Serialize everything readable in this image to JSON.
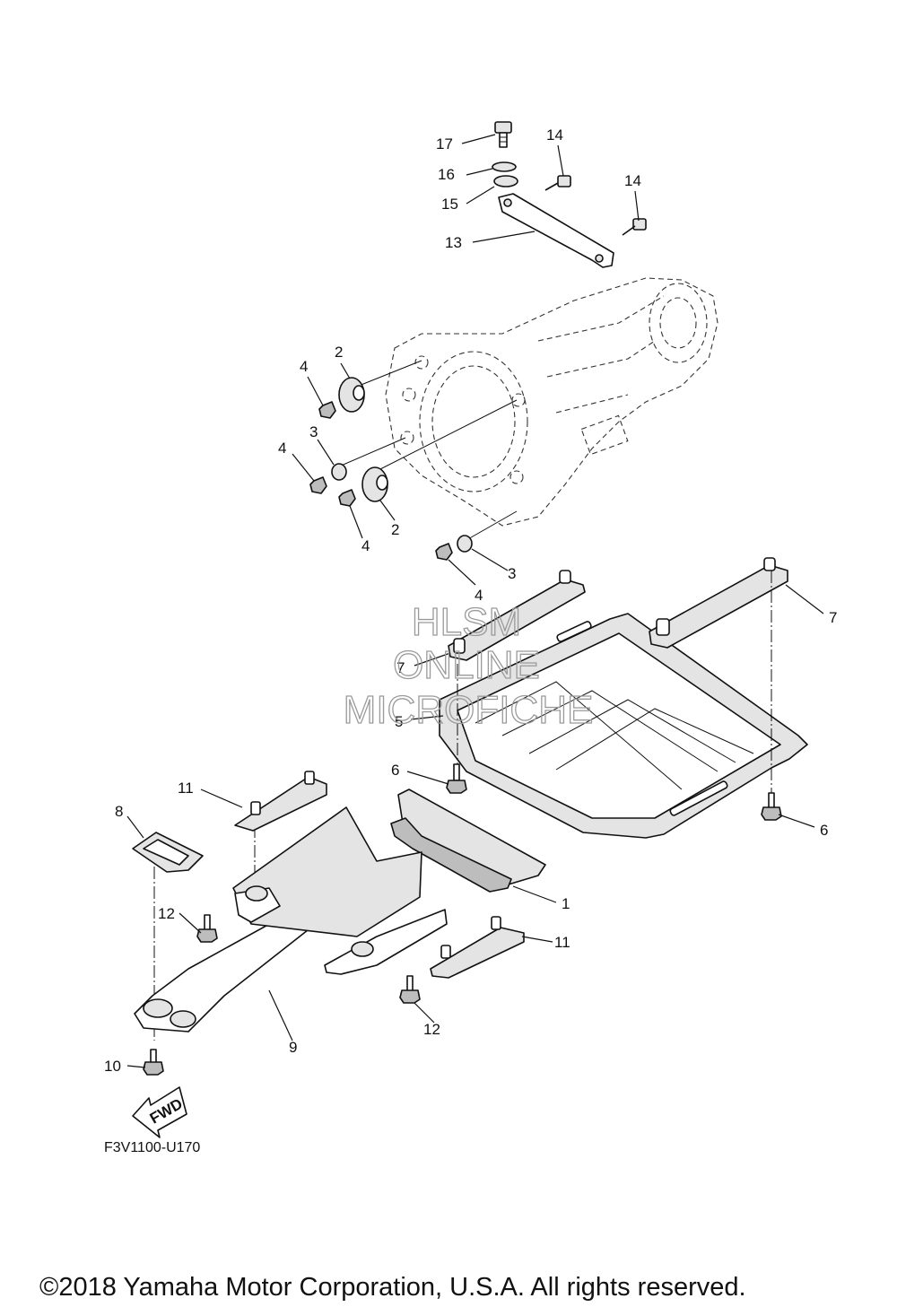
{
  "callouts": [
    {
      "text": "17"
    },
    {
      "text": "16"
    },
    {
      "text": "15"
    },
    {
      "text": "14"
    },
    {
      "text": "14"
    },
    {
      "text": "13"
    },
    {
      "text": "2"
    },
    {
      "text": "4"
    },
    {
      "text": "3"
    },
    {
      "text": "4"
    },
    {
      "text": "4"
    },
    {
      "text": "2"
    },
    {
      "text": "3"
    },
    {
      "text": "4"
    },
    {
      "text": "7"
    },
    {
      "text": "7"
    },
    {
      "text": "5"
    },
    {
      "text": "6"
    },
    {
      "text": "6"
    },
    {
      "text": "11"
    },
    {
      "text": "8"
    },
    {
      "text": "1"
    },
    {
      "text": "12"
    },
    {
      "text": "11"
    },
    {
      "text": "12"
    },
    {
      "text": "9"
    },
    {
      "text": "10"
    }
  ],
  "watermark": {
    "line1": "HLSM",
    "line2": "ONLINE",
    "line3": "MICROFICHE"
  },
  "fwd_label": "FWD",
  "figure_code": "F3V1100-U170",
  "copyright": "©2018 Yamaha Motor Corporation, U.S.A. All rights reserved."
}
